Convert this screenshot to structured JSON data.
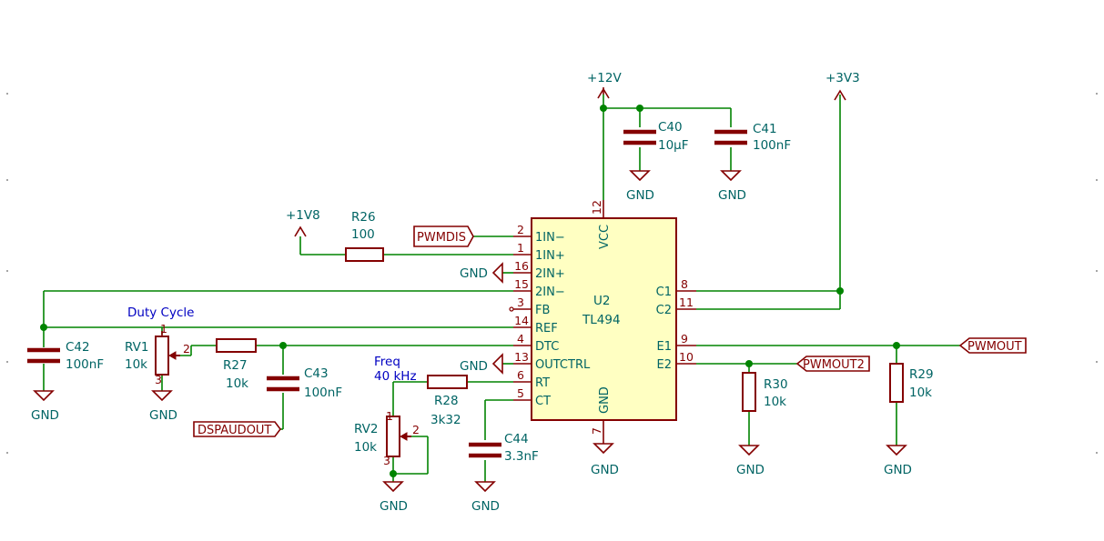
{
  "power": {
    "vcc12": "+12V",
    "vcc3v3": "+3V3",
    "vcc1v8": "+1V8",
    "gnd": "GND"
  },
  "labels": {
    "pwmdis": "PWMDIS",
    "pwmout": "PWMOUT",
    "pwmout2": "PWMOUT2",
    "dspaudout": "DSPAUDOUT"
  },
  "notes": {
    "duty": "Duty Cycle",
    "freq1": "Freq",
    "freq2": "40 kHz"
  },
  "ic": {
    "ref": "U2",
    "value": "TL494",
    "left_pins": [
      {
        "num": "2",
        "name": "1IN−"
      },
      {
        "num": "1",
        "name": "1IN+"
      },
      {
        "num": "16",
        "name": "2IN+"
      },
      {
        "num": "15",
        "name": "2IN−"
      },
      {
        "num": "3",
        "name": "FB"
      },
      {
        "num": "14",
        "name": "REF"
      },
      {
        "num": "4",
        "name": "DTC"
      },
      {
        "num": "13",
        "name": "OUTCTRL"
      },
      {
        "num": "6",
        "name": "RT"
      },
      {
        "num": "5",
        "name": "CT"
      }
    ],
    "right_pins": [
      {
        "num": "8",
        "name": "C1"
      },
      {
        "num": "11",
        "name": "C2"
      },
      {
        "num": "9",
        "name": "E1"
      },
      {
        "num": "10",
        "name": "E2"
      }
    ],
    "top_pin": {
      "num": "12",
      "name": "VCC"
    },
    "bottom_pin": {
      "num": "7",
      "name": "GND"
    }
  },
  "components": {
    "C40": {
      "ref": "C40",
      "value": "10µF"
    },
    "C41": {
      "ref": "C41",
      "value": "100nF"
    },
    "C42": {
      "ref": "C42",
      "value": "100nF"
    },
    "C43": {
      "ref": "C43",
      "value": "100nF"
    },
    "C44": {
      "ref": "C44",
      "value": "3.3nF"
    },
    "R26": {
      "ref": "R26",
      "value": "100"
    },
    "R27": {
      "ref": "R27",
      "value": "10k"
    },
    "R28": {
      "ref": "R28",
      "value": "3k32"
    },
    "R29": {
      "ref": "R29",
      "value": "10k"
    },
    "R30": {
      "ref": "R30",
      "value": "10k"
    },
    "RV1": {
      "ref": "RV1",
      "value": "10k",
      "pin1": "1",
      "pin2": "2",
      "pin3": "3"
    },
    "RV2": {
      "ref": "RV2",
      "value": "10k",
      "pin1": "1",
      "pin2": "2",
      "pin3": "3"
    }
  }
}
